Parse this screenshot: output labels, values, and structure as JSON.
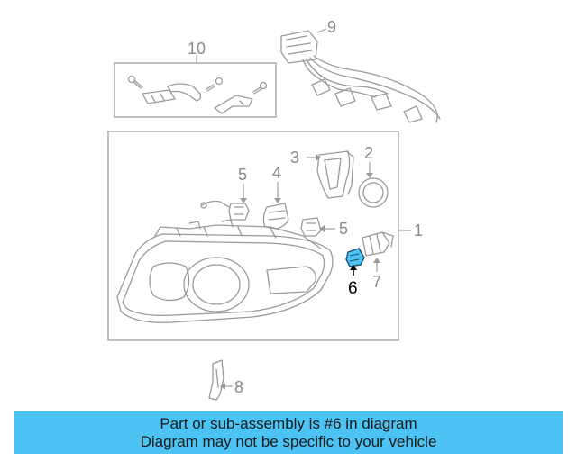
{
  "callouts": {
    "c1": "1",
    "c2": "2",
    "c3": "3",
    "c4": "4",
    "c5a": "5",
    "c5b": "5",
    "c6": "6",
    "c7": "7",
    "c8": "8",
    "c9": "9",
    "c10": "10"
  },
  "highlight": {
    "part_number": "6",
    "color": "#4dc3f3"
  },
  "banner": {
    "line1": "Part or sub-assembly is #6 in diagram",
    "line2": "Diagram may not be specific to your vehicle",
    "background": "#4dc3f3"
  }
}
